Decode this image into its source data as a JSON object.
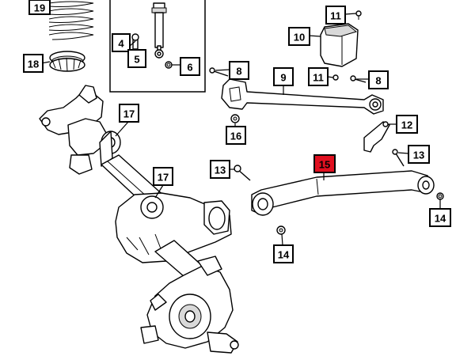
{
  "diagram": {
    "highlight_color": "#e01020",
    "callouts": [
      {
        "id": "c19",
        "label": "19"
      },
      {
        "id": "c4",
        "label": "4"
      },
      {
        "id": "c5",
        "label": "5"
      },
      {
        "id": "c6",
        "label": "6"
      },
      {
        "id": "c18",
        "label": "18"
      },
      {
        "id": "c11a",
        "label": "11"
      },
      {
        "id": "c10",
        "label": "10"
      },
      {
        "id": "c8a",
        "label": "8"
      },
      {
        "id": "c9",
        "label": "9"
      },
      {
        "id": "c11b",
        "label": "11"
      },
      {
        "id": "c8b",
        "label": "8"
      },
      {
        "id": "c17a",
        "label": "17"
      },
      {
        "id": "c16",
        "label": "16"
      },
      {
        "id": "c12",
        "label": "12"
      },
      {
        "id": "c15",
        "label": "15",
        "highlighted": true
      },
      {
        "id": "c13a",
        "label": "13"
      },
      {
        "id": "c13b",
        "label": "13"
      },
      {
        "id": "c17b",
        "label": "17"
      },
      {
        "id": "c14a",
        "label": "14"
      },
      {
        "id": "c14b",
        "label": "14"
      }
    ]
  }
}
